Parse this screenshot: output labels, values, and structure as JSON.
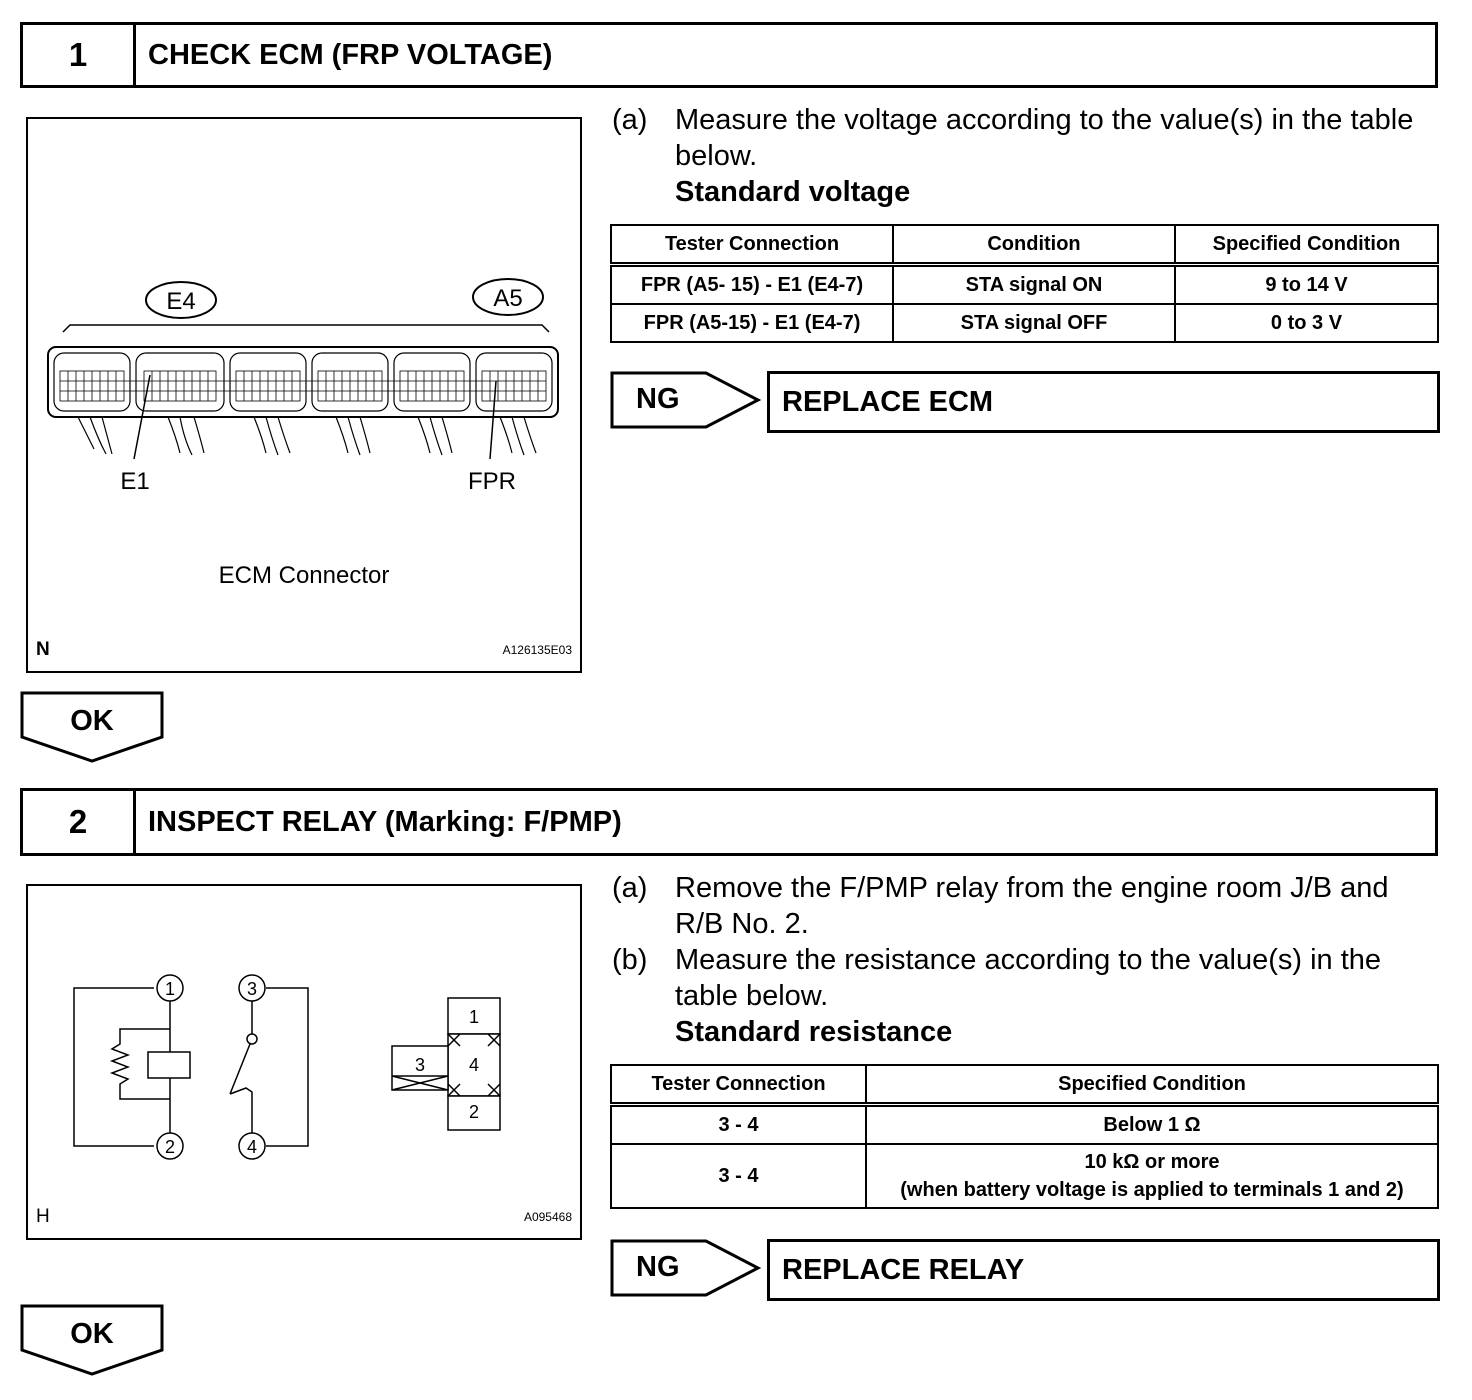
{
  "step1": {
    "number": "1",
    "title": "CHECK ECM (FRP VOLTAGE)",
    "figure": {
      "connector_label_e4": "E4",
      "connector_label_a5": "A5",
      "terminal_e1": "E1",
      "terminal_fpr": "FPR",
      "caption": "ECM Connector",
      "letter": "N",
      "code": "A126135E03"
    },
    "instruction": {
      "label": "(a)",
      "text": "Measure the voltage according to the value(s) in the table below.",
      "standard": "Standard voltage"
    },
    "table": {
      "headers": [
        "Tester Connection",
        "Condition",
        "Specified Condition"
      ],
      "rows": [
        [
          "FPR (A5- 15) - E1 (E4-7)",
          "STA signal ON",
          "9 to 14 V"
        ],
        [
          "FPR (A5-15) - E1 (E4-7)",
          "STA signal OFF",
          "0 to 3 V"
        ]
      ]
    },
    "ng_label": "NG",
    "ng_action": "REPLACE ECM",
    "ok_label": "OK"
  },
  "step2": {
    "number": "2",
    "title": "INSPECT RELAY (Marking: F/PMP)",
    "figure": {
      "terminals": [
        "1",
        "3",
        "2",
        "4"
      ],
      "relay_terminals": [
        "1",
        "3",
        "4",
        "2"
      ],
      "letter": "H",
      "code": "A095468"
    },
    "instructions": [
      {
        "label": "(a)",
        "text": "Remove the F/PMP relay from the engine room J/B and R/B No. 2."
      },
      {
        "label": "(b)",
        "text": "Measure the resistance according to the value(s) in the table below."
      }
    ],
    "standard": "Standard resistance",
    "table": {
      "headers": [
        "Tester Connection",
        "Specified Condition"
      ],
      "rows": [
        [
          "3 - 4",
          "Below 1 Ω"
        ],
        [
          "3 - 4",
          "10 kΩ or more",
          "(when battery voltage is applied to terminals 1 and 2)"
        ]
      ]
    },
    "ng_label": "NG",
    "ng_action": "REPLACE RELAY",
    "ok_label": "OK"
  }
}
